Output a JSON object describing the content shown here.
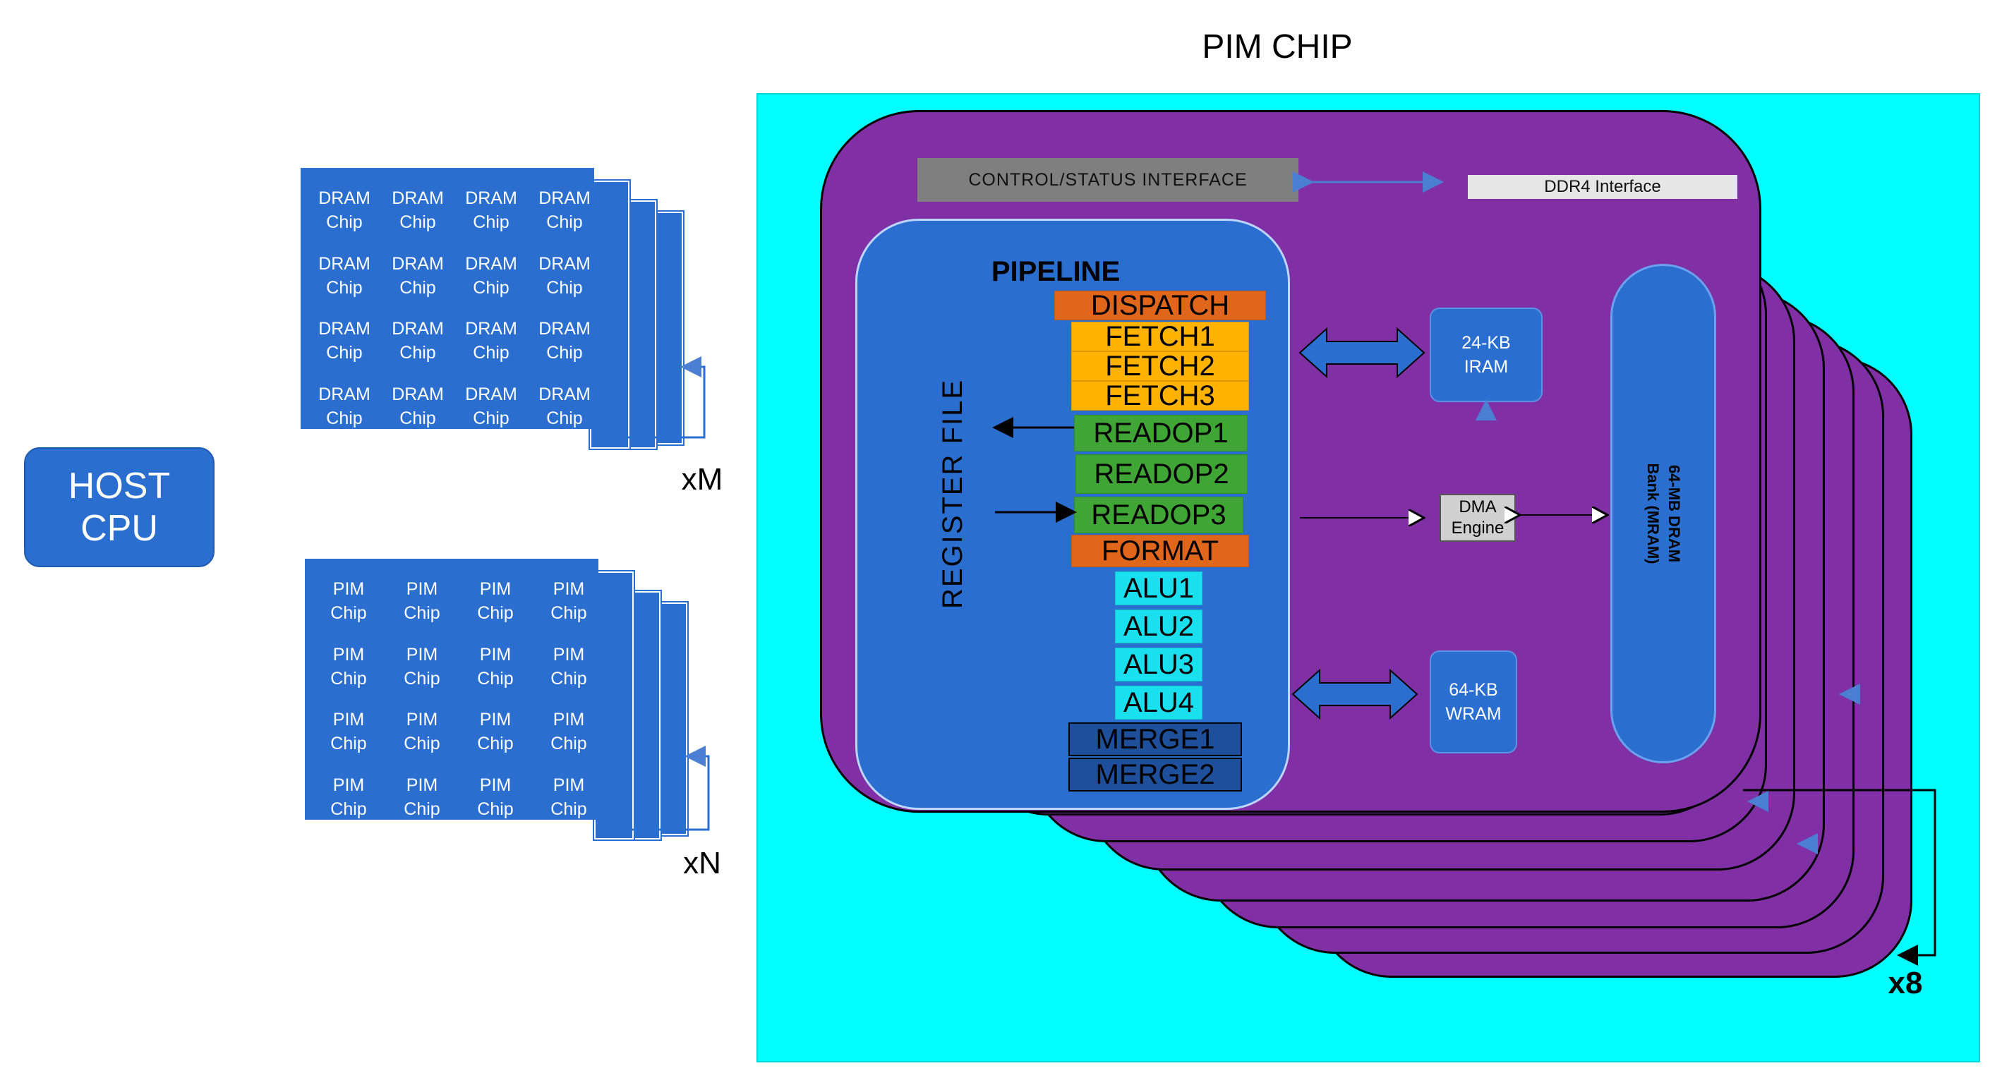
{
  "host": {
    "label": "HOST CPU"
  },
  "dram_module": {
    "chips": [
      "DRAM\nChip",
      "DRAM\nChip",
      "DRAM\nChip",
      "DRAM\nChip",
      "DRAM\nChip",
      "DRAM\nChip",
      "DRAM\nChip",
      "DRAM\nChip",
      "DRAM\nChip",
      "DRAM\nChip",
      "DRAM\nChip",
      "DRAM\nChip",
      "DRAM\nChip",
      "DRAM\nChip",
      "DRAM\nChip",
      "DRAM\nChip"
    ],
    "multiplier": "xM"
  },
  "pim_module": {
    "chips": [
      "PIM\nChip",
      "PIM\nChip",
      "PIM\nChip",
      "PIM\nChip",
      "PIM\nChip",
      "PIM\nChip",
      "PIM\nChip",
      "PIM\nChip",
      "PIM\nChip",
      "PIM\nChip",
      "PIM\nChip",
      "PIM\nChip",
      "PIM\nChip",
      "PIM\nChip",
      "PIM\nChip",
      "PIM\nChip"
    ],
    "multiplier": "xN"
  },
  "pim_chip": {
    "title": "PIM CHIP",
    "control_interface": "CONTROL/STATUS INTERFACE",
    "ddr4_interface": "DDR4 Interface",
    "pipeline_title": "PIPELINE",
    "register_file": "REGISTER FILE",
    "iram": "24-KB\nIRAM",
    "wram": "64-KB\nWRAM",
    "dma": "DMA\nEngine",
    "mram": "64-MB DRAM\nBank (MRAM)",
    "multiplier": "x8",
    "stages": [
      {
        "label": "DISPATCH",
        "color": "#e0661b"
      },
      {
        "label": "FETCH1",
        "color": "#ffb300"
      },
      {
        "label": "FETCH2",
        "color": "#ffb300"
      },
      {
        "label": "FETCH3",
        "color": "#ffb300"
      },
      {
        "label": "READOP1",
        "color": "#3fa535"
      },
      {
        "label": "READOP2",
        "color": "#3fa535"
      },
      {
        "label": "READOP3",
        "color": "#3fa535"
      },
      {
        "label": "FORMAT",
        "color": "#e0661b"
      },
      {
        "label": "ALU1",
        "color": "#18e0ef"
      },
      {
        "label": "ALU2",
        "color": "#18e0ef"
      },
      {
        "label": "ALU3",
        "color": "#18e0ef"
      },
      {
        "label": "ALU4",
        "color": "#18e0ef"
      },
      {
        "label": "MERGE1",
        "color": "#1d4f9a"
      },
      {
        "label": "MERGE2",
        "color": "#1d4f9a"
      }
    ]
  },
  "colors": {
    "module_blue": "#2a6fcf",
    "chip_area": "#00ffff",
    "tile_purple": "#8030a4"
  }
}
